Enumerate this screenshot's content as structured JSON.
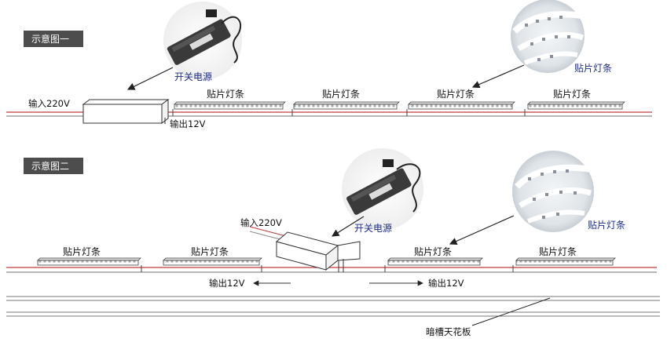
{
  "diagram1": {
    "title": "示意图一",
    "input_label": "输入220V",
    "output_label": "输出12V",
    "psu_label": "开关电源",
    "strip_photo_label": "贴片灯条",
    "strips": [
      "贴片灯条",
      "贴片灯条",
      "贴片灯条",
      "贴片灯条"
    ]
  },
  "diagram2": {
    "title": "示意图二",
    "input_label": "输入220V",
    "psu_label": "开关电源",
    "strip_photo_label": "贴片灯条",
    "output_left_label": "输出12V",
    "output_right_label": "输出12V",
    "strips": [
      "贴片灯条",
      "贴片灯条",
      "贴片灯条",
      "贴片灯条"
    ],
    "ceiling_label": "暗槽天花板"
  },
  "colors": {
    "title_tag_bg": "#4d4d4d",
    "wire_red": "#c23a3a",
    "wire_gray": "#8a8a8a",
    "blue_text": "#1c2d8c"
  }
}
